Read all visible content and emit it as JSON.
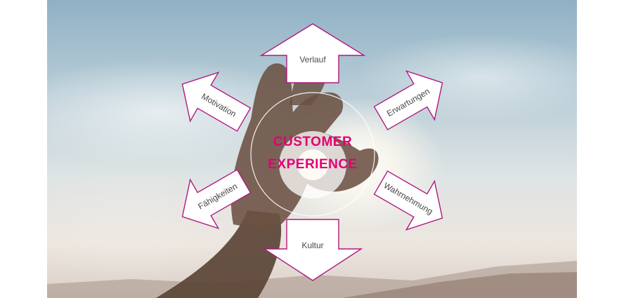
{
  "center": {
    "line1": "CUSTOMER",
    "line2": "EXPERIENCE"
  },
  "arrows": [
    {
      "id": "verlauf",
      "label": "Verlauf",
      "direction": "up"
    },
    {
      "id": "erwartungen",
      "label": "Erwartungen",
      "direction": "up-right"
    },
    {
      "id": "wahrnehmung",
      "label": "Wahrnehmung",
      "direction": "down-right"
    },
    {
      "id": "kultur",
      "label": "Kultur",
      "direction": "down"
    },
    {
      "id": "faehigkeiten",
      "label": "Fähigkeiten",
      "direction": "down-left"
    },
    {
      "id": "motivation",
      "label": "Motivation",
      "direction": "up-left"
    }
  ],
  "colors": {
    "accent": "#e20074",
    "arrow_outline": "#b0197e",
    "arrow_fill": "#ffffff",
    "label_text": "#4a4a4a"
  },
  "background": {
    "subject": "hand-reaching-toward-sunlit-sky-photo"
  }
}
